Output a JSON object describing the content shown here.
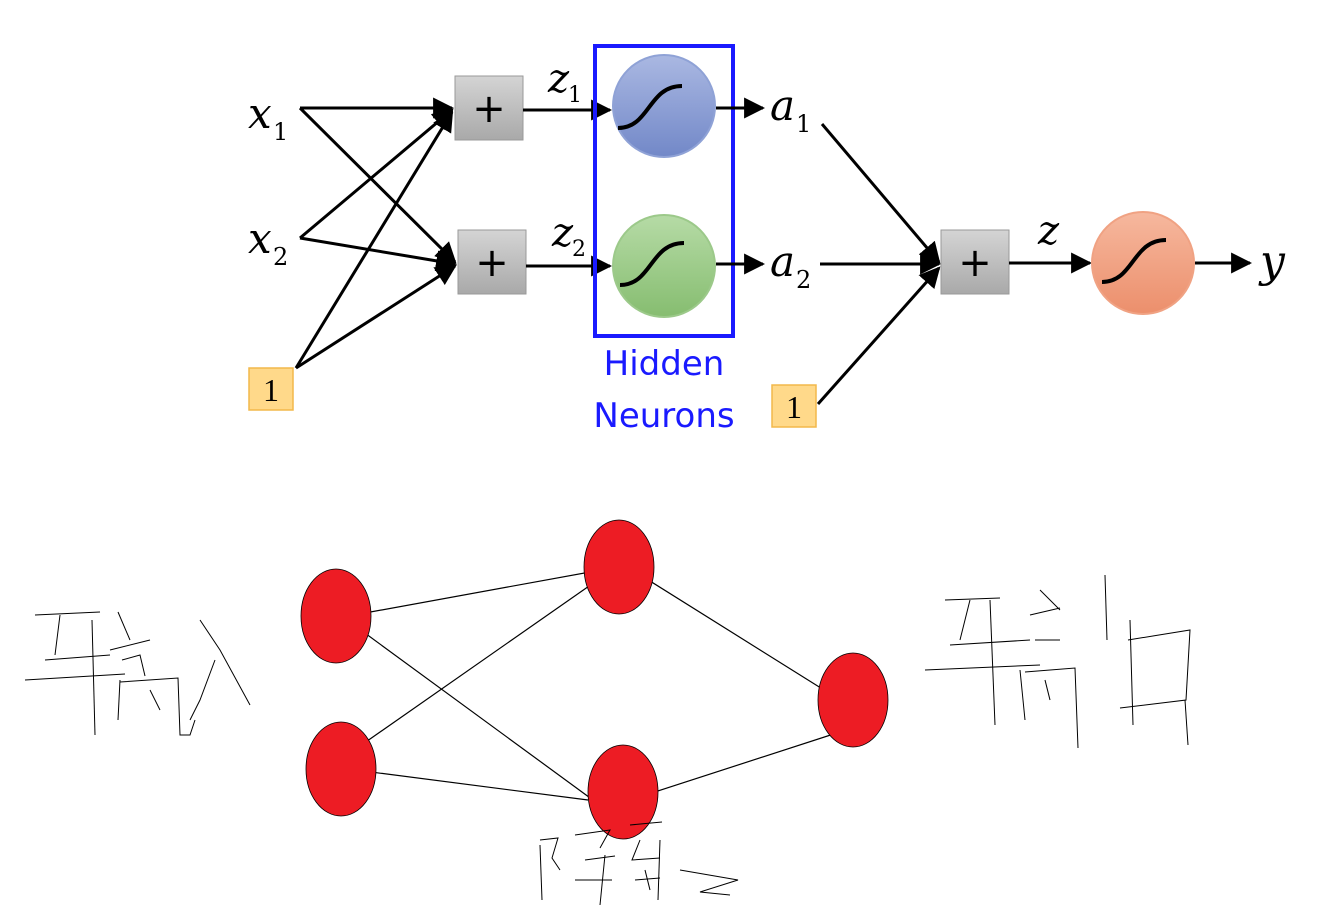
{
  "top_diagram": {
    "inputs": [
      {
        "var": "x",
        "sub": "1"
      },
      {
        "var": "x",
        "sub": "2"
      }
    ],
    "bias_hidden": "1",
    "bias_output": "1",
    "sum_symbol": "+",
    "hidden_z": [
      {
        "var": "z",
        "sub": "1"
      },
      {
        "var": "z",
        "sub": "2"
      }
    ],
    "hidden_a": [
      {
        "var": "a",
        "sub": "1"
      },
      {
        "var": "a",
        "sub": "2"
      }
    ],
    "output_z": "z",
    "output_y": "y",
    "hidden_group_label": [
      "Hidden",
      "Neurons"
    ],
    "colors": {
      "neuron_1": "#8fa2d6",
      "neuron_2": "#9cc98a",
      "neuron_out": "#f0a283",
      "box_border": "#1a1aff",
      "sum_box": "#bfbfbf",
      "bias_box": "#ffd98a"
    }
  },
  "bottom_diagram": {
    "node_color": "#ed1c24",
    "handwritten_labels": [
      "输入",
      "输出",
      "隐"
    ]
  }
}
